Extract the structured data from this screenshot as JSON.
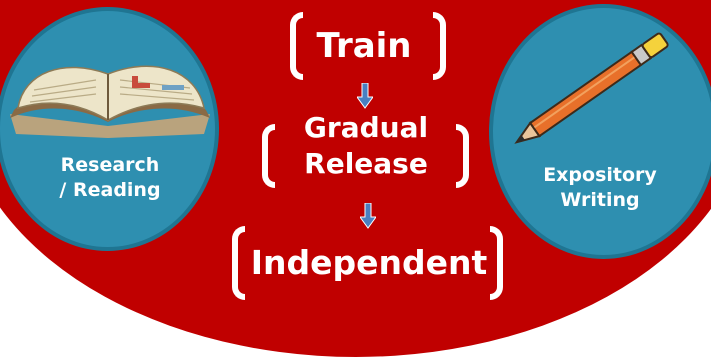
{
  "left_circle": {
    "caption_line1": "Research",
    "caption_line2": "/ Reading",
    "icon": "open-book-icon"
  },
  "right_circle": {
    "caption_line1": "Expository",
    "caption_line2": "Writing",
    "icon": "pencil-icon"
  },
  "steps": {
    "train": "Train",
    "gradual_line1": "Gradual",
    "gradual_line2": "Release",
    "independent": "Independent"
  },
  "colors": {
    "background_blob": "#c00000",
    "circle_fill": "#2e8fb0",
    "arrow": "#4a7fc1",
    "text": "#ffffff"
  }
}
